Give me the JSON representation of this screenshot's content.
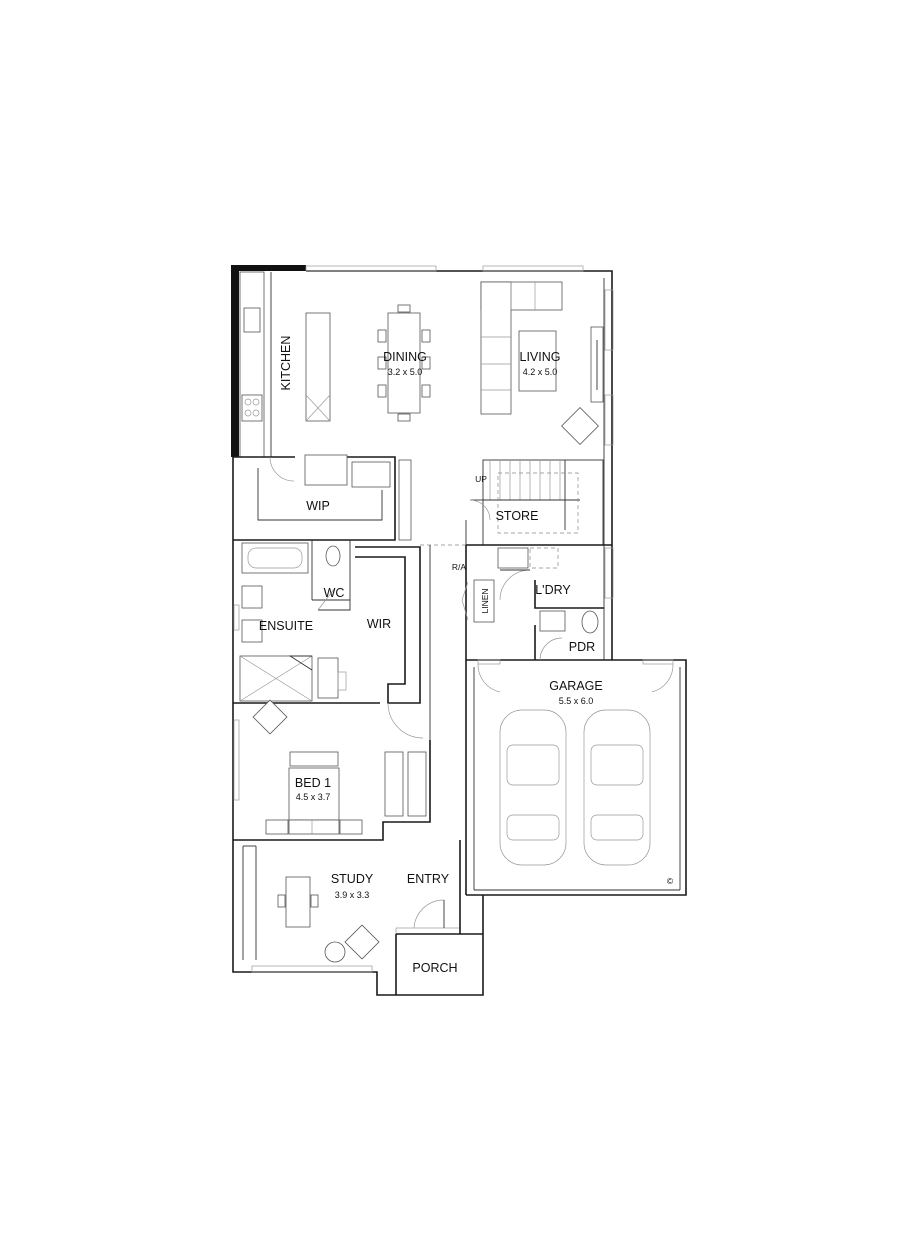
{
  "rooms": {
    "kitchen": "KITCHEN",
    "dining": {
      "name": "DINING",
      "size": "3.2 x 5.0"
    },
    "living": {
      "name": "LIVING",
      "size": "4.2 x 5.0"
    },
    "wip": "WIP",
    "store": "STORE",
    "wc": "WC",
    "ensuite": "ENSUITE",
    "wir": "WIR",
    "ldry": "L'DRY",
    "linen": "LINEN",
    "ra": "R/A",
    "up": "UP",
    "pdr": "PDR",
    "garage": {
      "name": "GARAGE",
      "size": "5.5 x 6.0"
    },
    "bed1": {
      "name": "BED 1",
      "size": "4.5 x 3.7"
    },
    "study": {
      "name": "STUDY",
      "size": "3.9 x 3.3"
    },
    "entry": "ENTRY",
    "porch": "PORCH"
  },
  "copyright": "©"
}
